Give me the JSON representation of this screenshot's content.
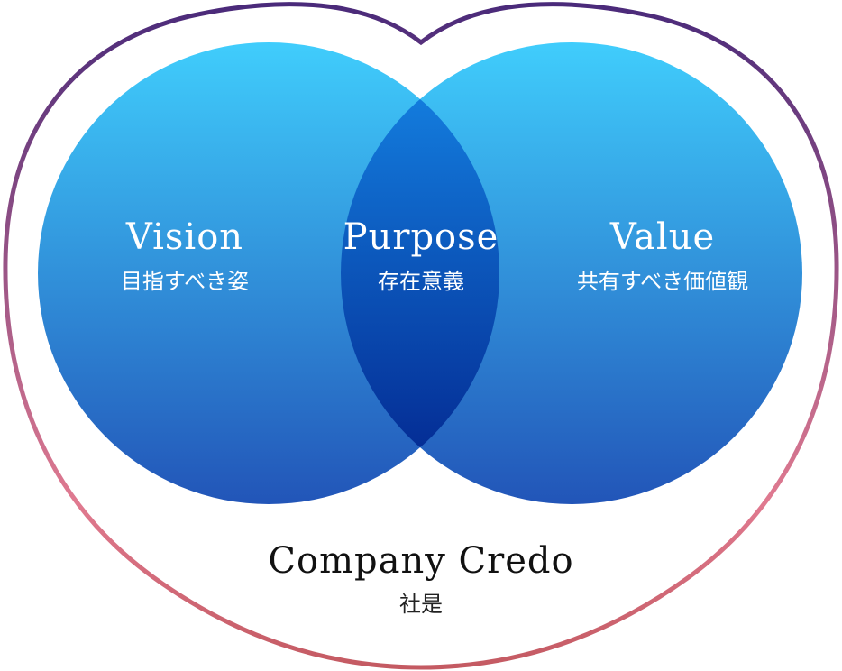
{
  "vision": {
    "title": "Vision",
    "subtitle": "目指すべき姿"
  },
  "purpose": {
    "title": "Purpose",
    "subtitle": "存在意義"
  },
  "value": {
    "title": "Value",
    "subtitle": "共有すべき価値観"
  },
  "credo": {
    "title": "Company Credo",
    "subtitle": "社是"
  },
  "colors": {
    "circle_top": "#40cdfc",
    "circle_bottom": "#2255b8",
    "overlap_top": "#1588e8",
    "overlap_bottom": "#02218a",
    "heart_stroke_top": "#4a2a7a",
    "heart_stroke_middle": "#e07a90",
    "heart_stroke_bottom": "#c45a62"
  }
}
